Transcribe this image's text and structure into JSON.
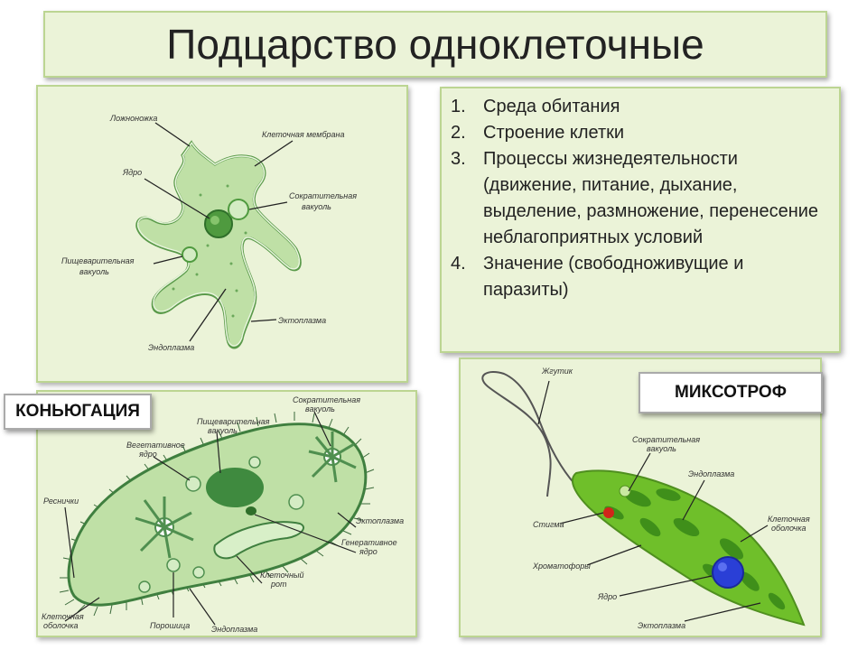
{
  "title": "Подцарство одноклеточные",
  "list": [
    {
      "num": "1.",
      "text": "Среда обитания"
    },
    {
      "num": "2.",
      "text": "Строение клетки"
    },
    {
      "num": "3.",
      "text": "Процессы жизнедеятельности (движение, питание, дыхание, выделение, размножение, перенесение неблагоприятных условий"
    },
    {
      "num": "4.",
      "text": "Значение (свободноживущие и паразиты)"
    }
  ],
  "labels": {
    "conjugation": "КОНЬЮГАЦИЯ",
    "mixotroph": "МИКСОТРОФ"
  },
  "amoeba": {
    "pseudopod": "Ложноножка",
    "membrane": "Клеточная мембрана",
    "nucleus": "Ядро",
    "contractile_1": "Сократительная",
    "contractile_2": "вакуоль",
    "digestive_1": "Пищеварительная",
    "digestive_2": "вакуоль",
    "ectoplasm": "Эктоплазма",
    "endoplasm": "Эндоплазма"
  },
  "paramecium": {
    "contractile_1": "Сократительная",
    "contractile_2": "вакуоль",
    "digestive_1": "Пищеварительная",
    "digestive_2": "вакуоль",
    "vegetative_1": "Вегетативное",
    "vegetative_2": "ядро",
    "cilia": "Реснички",
    "ectoplasm": "Эктоплазма",
    "generative_1": "Генеративное",
    "generative_2": "ядро",
    "mouth_1": "Клеточный",
    "mouth_2": "рот",
    "shell_1": "Клеточная",
    "shell_2": "оболочка",
    "powder": "Порошица",
    "endoplasm": "Эндоплазма"
  },
  "euglena": {
    "flagellum": "Жгутик",
    "contractile_1": "Сократительная",
    "contractile_2": "вакуоль",
    "endoplasm": "Эндоплазма",
    "stigma": "Стигма",
    "shell_1": "Клеточная",
    "shell_2": "оболочка",
    "chromatophores": "Хроматофоры",
    "nucleus": "Ядро",
    "ectoplasm": "Эктоплазма"
  },
  "colors": {
    "panel_bg": "#ebf3d8",
    "panel_border": "#bcd592",
    "cell_green": "#b5d99c",
    "dark_green": "#3f8f3f",
    "euglena_green": "#6fbf2a",
    "stigma_red": "#d0261a",
    "nucleus_blue": "#2a3fd6"
  }
}
